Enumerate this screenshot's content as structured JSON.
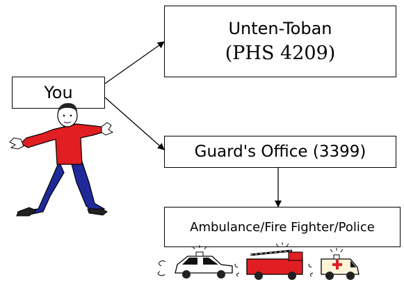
{
  "nodes": {
    "you": {
      "label": "You"
    },
    "unten_toban": {
      "name": "Unten-Toban",
      "phone": "(PHS 4209)"
    },
    "guards_office": {
      "label": "Guard's Office (3399)"
    },
    "emergency": {
      "label": "Ambulance/Fire Fighter/Police"
    }
  },
  "edges": [
    {
      "from": "you",
      "to": "unten_toban"
    },
    {
      "from": "you",
      "to": "guards_office"
    },
    {
      "from": "guards_office",
      "to": "emergency"
    }
  ],
  "illustrations": {
    "person": {
      "icon": "person-cartoon-icon",
      "shirt_color": "#e11e22",
      "pants_color": "#1e2a9a"
    },
    "vehicles": [
      {
        "icon": "police-car-icon",
        "color": "#ffffff"
      },
      {
        "icon": "fire-truck-icon",
        "color": "#e11e22"
      },
      {
        "icon": "ambulance-icon",
        "color": "#fff4d8"
      }
    ]
  }
}
